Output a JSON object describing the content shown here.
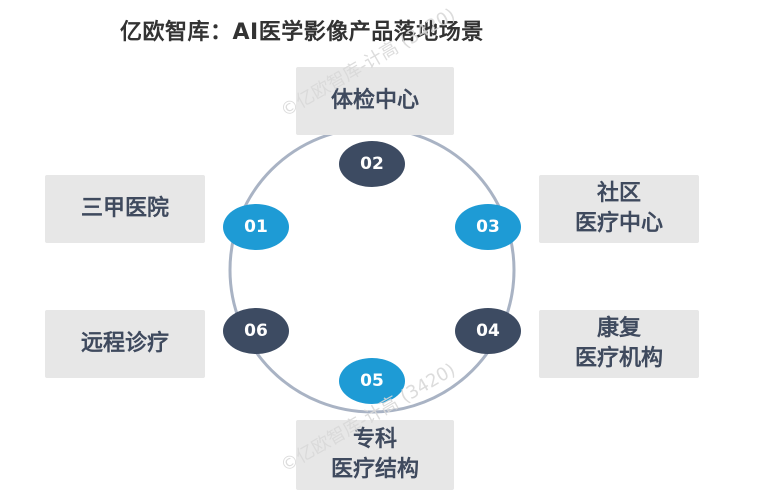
{
  "title": "亿欧智库：AI医学影像产品落地场景",
  "nodes": [
    "01",
    "02",
    "03",
    "04",
    "05",
    "06"
  ],
  "scenes": {
    "s02": [
      "体检中心"
    ],
    "s01": [
      "三甲医院"
    ],
    "s03": [
      "社区",
      "医疗中心"
    ],
    "s06": [
      "远程诊疗"
    ],
    "s04": [
      "康复",
      "医疗机构"
    ],
    "s05": [
      "专科",
      "医疗结构"
    ]
  },
  "watermark": "©亿欧智库-计高 (3420)",
  "colors": {
    "dark_node": "#3d4b62",
    "blue_node": "#1e9bd5",
    "box_bg": "#e7e7e7",
    "ring": "#a9b3c4"
  }
}
